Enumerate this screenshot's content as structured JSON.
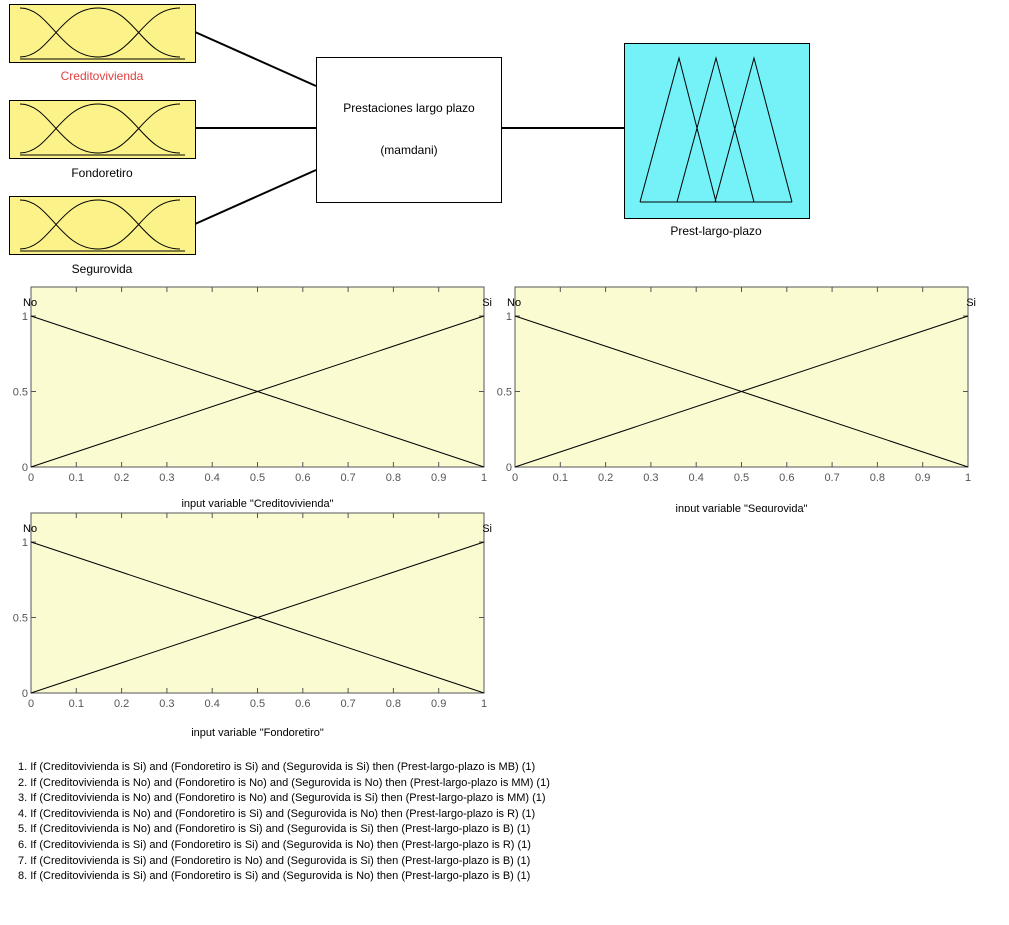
{
  "system": {
    "name": "Prestaciones largo plazo",
    "type": "(mamdani)"
  },
  "inputs": [
    {
      "name": "Creditovivienda",
      "label_color": "#e04040"
    },
    {
      "name": "Fondoretiro",
      "label_color": "#000000"
    },
    {
      "name": "Segurovida",
      "label_color": "#000000"
    }
  ],
  "output": {
    "name": "Prest-largo-plazo"
  },
  "colors": {
    "input_box": "#fbf28a",
    "output_box": "#74f2f8",
    "plot_bg": "#fbfbd2",
    "axis_text": "#555555"
  },
  "plots": [
    {
      "xlabel": "input variable \"Creditovivienda\"",
      "mf_left": "No",
      "mf_right": "Si"
    },
    {
      "xlabel": "input variable \"Segurovida\"",
      "mf_left": "No",
      "mf_right": "Si"
    },
    {
      "xlabel": "input variable \"Fondoretiro\"",
      "mf_left": "No",
      "mf_right": "Si"
    }
  ],
  "chart_data": {
    "type": "line",
    "x_ticks": [
      "0",
      "0.1",
      "0.2",
      "0.3",
      "0.4",
      "0.5",
      "0.6",
      "0.7",
      "0.8",
      "0.9",
      "1"
    ],
    "y_ticks": [
      "0",
      "0.5",
      "1"
    ],
    "xlim": [
      0,
      1
    ],
    "ylim": [
      0,
      1
    ],
    "series": [
      {
        "name": "No",
        "x": [
          0,
          1
        ],
        "y": [
          1,
          0
        ]
      },
      {
        "name": "Si",
        "x": [
          0,
          1
        ],
        "y": [
          0,
          1
        ]
      }
    ]
  },
  "rules": [
    "1. If (Creditovivienda is Si) and (Fondoretiro is Si) and (Segurovida is Si) then (Prest-largo-plazo is MB) (1)",
    "2. If (Creditovivienda is No) and (Fondoretiro is No) and (Segurovida is No) then (Prest-largo-plazo is MM) (1)",
    "3. If (Creditovivienda is No) and (Fondoretiro is No) and (Segurovida is Si) then (Prest-largo-plazo is MM) (1)",
    "4. If (Creditovivienda is No) and (Fondoretiro is Si) and (Segurovida is No) then (Prest-largo-plazo is R) (1)",
    "5. If (Creditovivienda is No) and (Fondoretiro is Si) and (Segurovida is Si) then (Prest-largo-plazo is B) (1)",
    "6. If (Creditovivienda is Si) and (Fondoretiro is Si) and (Segurovida is No) then (Prest-largo-plazo is R) (1)",
    "7. If (Creditovivienda is Si) and (Fondoretiro is No) and (Segurovida is Si) then (Prest-largo-plazo is B) (1)",
    "8. If (Creditovivienda is Si) and (Fondoretiro is Si) and (Segurovida is No) then (Prest-largo-plazo is B) (1)"
  ]
}
